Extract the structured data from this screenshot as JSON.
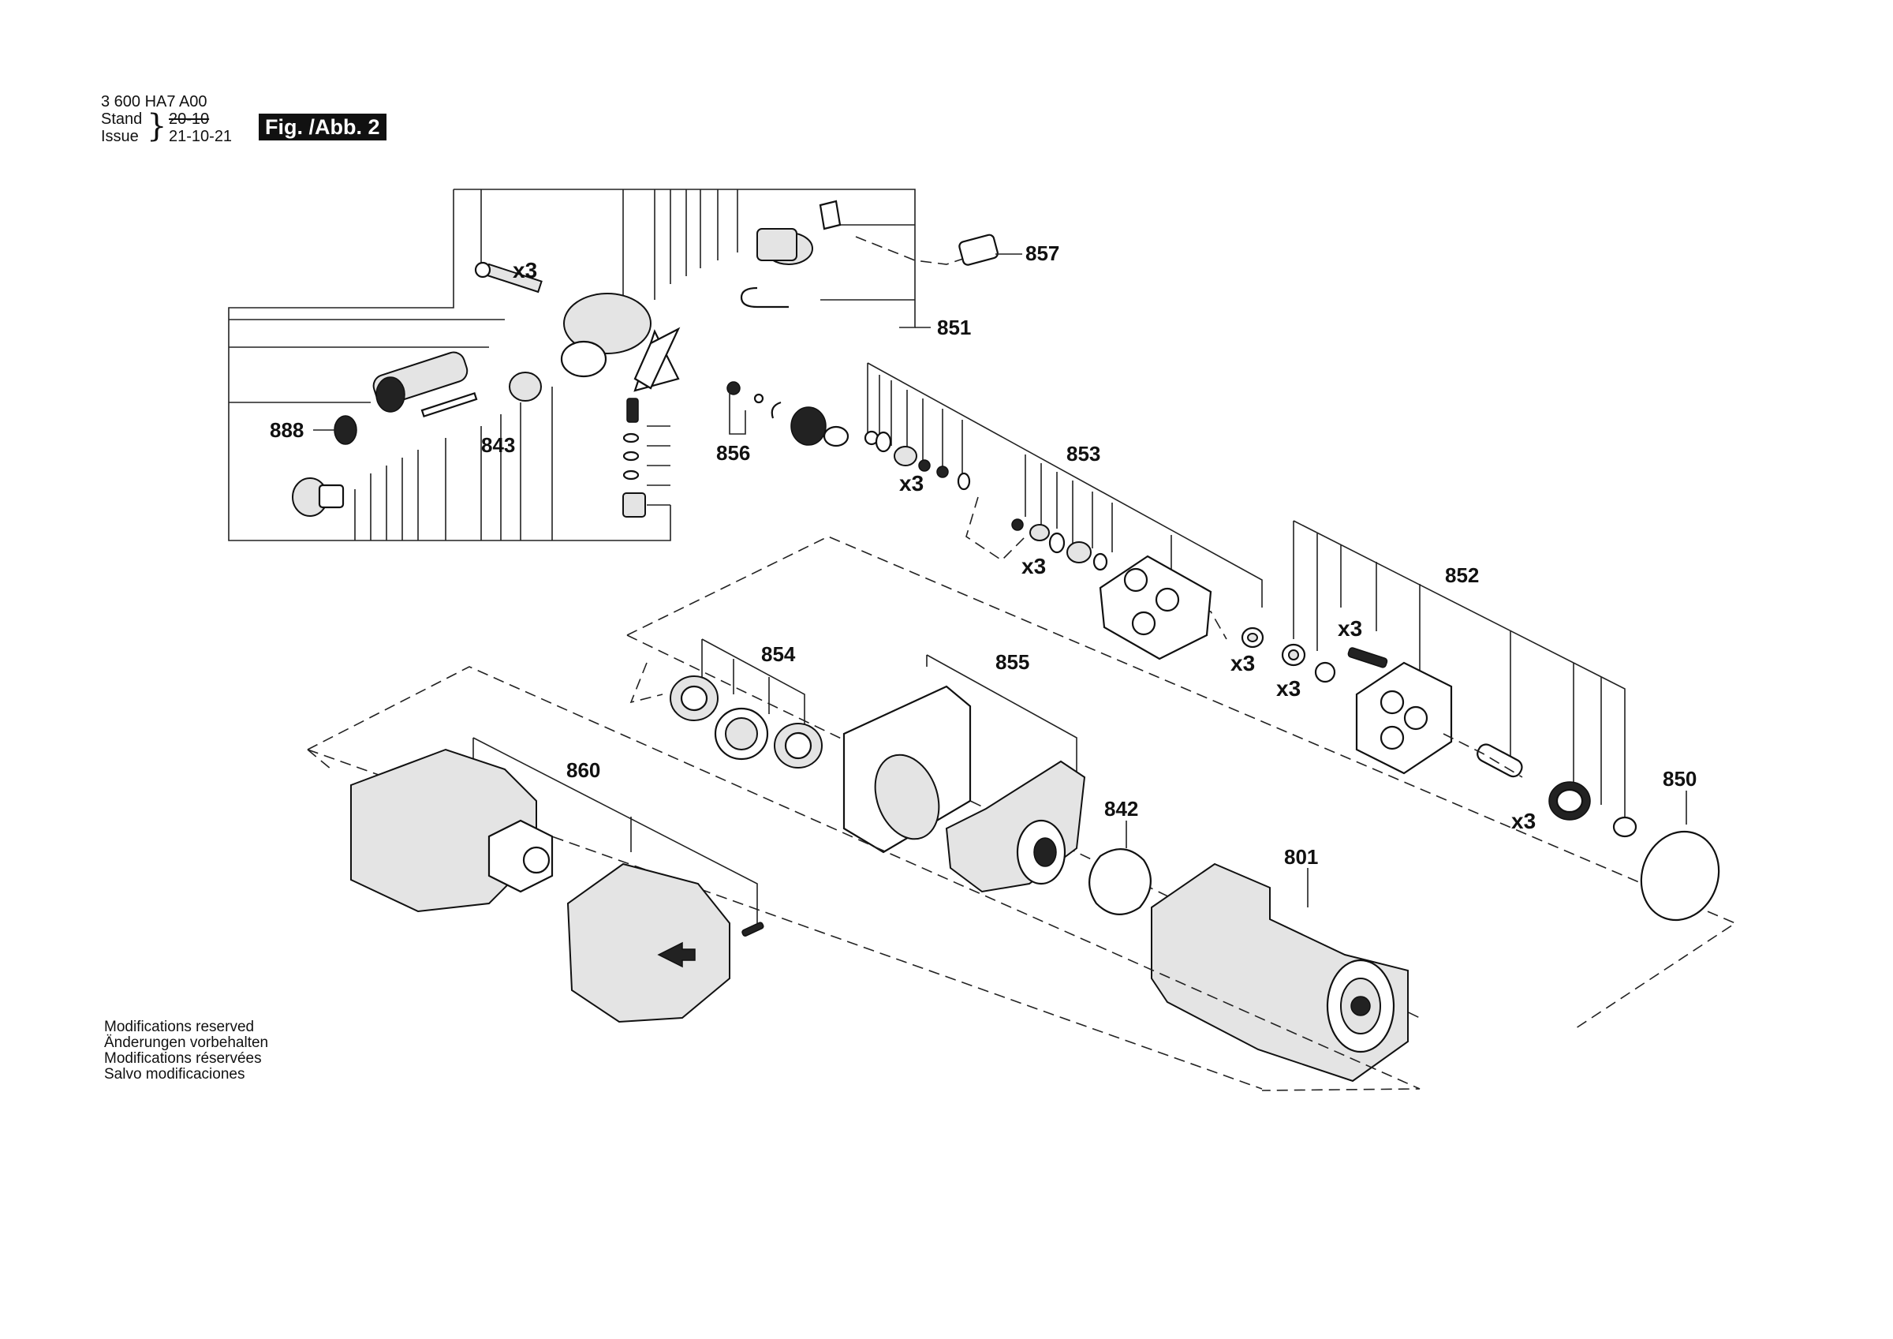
{
  "header": {
    "doc_number": "3 600 HA7 A00",
    "stand_label": "Stand",
    "issue_label": "Issue",
    "stand_old": "20-10",
    "issue_date": "21-10-21",
    "figure_badge": "Fig. /Abb. 2"
  },
  "modifications": [
    "Modifications reserved",
    "Änderungen vorbehalten",
    "Modifications réservées",
    "Salvo modificaciones"
  ],
  "callouts": {
    "c857": "857",
    "c851": "851",
    "c888": "888",
    "c843": "843",
    "c856": "856",
    "c853": "853",
    "c852": "852",
    "c854": "854",
    "c855": "855",
    "c860": "860",
    "c842": "842",
    "c801": "801",
    "c850": "850"
  },
  "multipliers": {
    "m1": "x3",
    "m2": "x3",
    "m3": "x3",
    "m4": "x3",
    "m5": "x3",
    "m6": "x3",
    "m7": "x3"
  }
}
